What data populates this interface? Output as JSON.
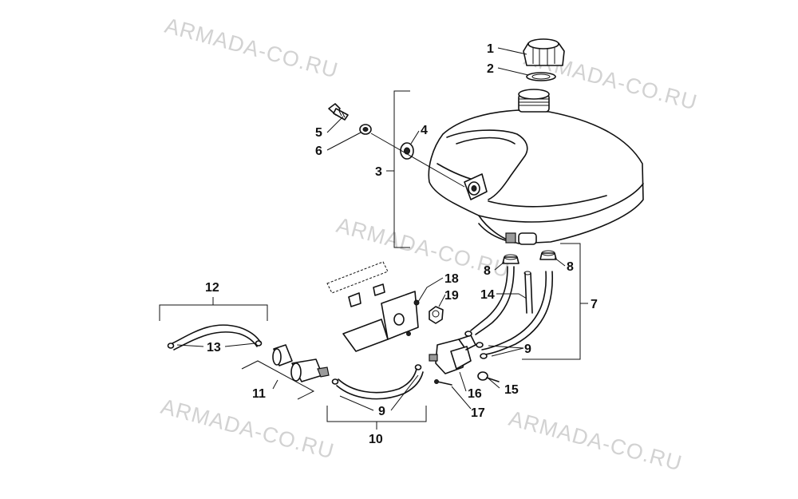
{
  "watermark": {
    "text": "ARMADA-CO.RU",
    "color": "#d2d2d2"
  },
  "diagram": {
    "ink_color": "#111111",
    "background": "#ffffff",
    "callouts": {
      "c1": "1",
      "c2": "2",
      "c3": "3",
      "c4": "4",
      "c5": "5",
      "c6": "6",
      "c7": "7",
      "c8a": "8",
      "c8b": "8",
      "c9a": "9",
      "c9b": "9",
      "c10": "10",
      "c11": "11",
      "c12": "12",
      "c13": "13",
      "c14": "14",
      "c15": "15",
      "c16": "16",
      "c17": "17",
      "c18": "18",
      "c19": "19"
    }
  }
}
